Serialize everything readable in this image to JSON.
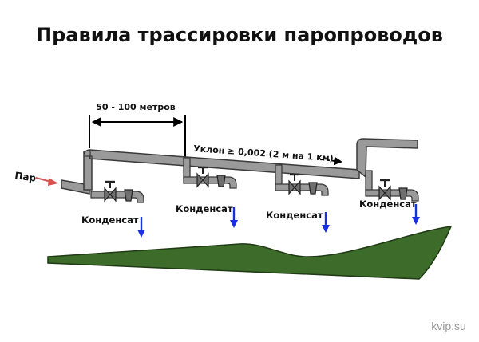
{
  "title": "Правила трассировки паропроводов",
  "span_label": "50 - 100 метров",
  "slope_label": "Уклон ≥ 0,002 (2 м на 1 км)",
  "steam_label": "Пар",
  "condensate_labels": [
    "Конденсат",
    "Конденсат",
    "Конденсат",
    "Конденсат"
  ],
  "watermark": "kvip.su",
  "colors": {
    "pipe_fill": "#9a9a9a",
    "pipe_stroke": "#3a3a3a",
    "ground": "#3d6b2a",
    "ground_stroke": "#1f3a14",
    "drop_arrow": "#1a2fe0",
    "steam_arrow": "#d9534f",
    "text": "#111111",
    "watermark": "#9a9a9a"
  },
  "icons": {
    "valve": "valve-icon",
    "condensate_arrow": "down-arrow-icon",
    "steam_arrow": "right-arrow-icon"
  }
}
